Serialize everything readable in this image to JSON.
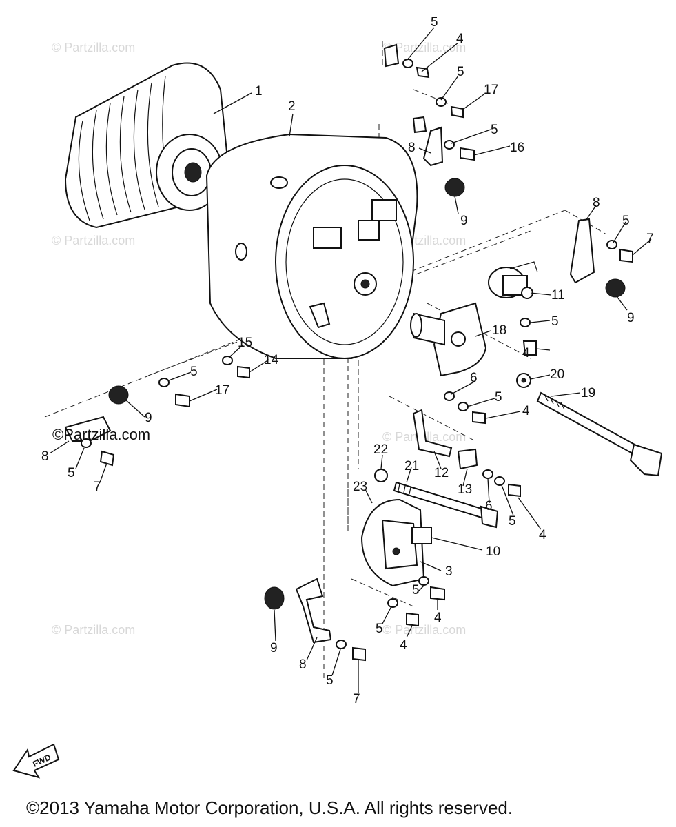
{
  "callouts": [
    {
      "id": "c1",
      "text": "1"
    },
    {
      "id": "c2",
      "text": "2"
    },
    {
      "id": "c3",
      "text": "3"
    },
    {
      "id": "c4a",
      "text": "4"
    },
    {
      "id": "c4b",
      "text": "4"
    },
    {
      "id": "c4c",
      "text": "4"
    },
    {
      "id": "c4d",
      "text": "4"
    },
    {
      "id": "c4e",
      "text": "4"
    },
    {
      "id": "c4f",
      "text": "4"
    },
    {
      "id": "c5a",
      "text": "5"
    },
    {
      "id": "c5b",
      "text": "5"
    },
    {
      "id": "c5c",
      "text": "5"
    },
    {
      "id": "c5d",
      "text": "5"
    },
    {
      "id": "c5e",
      "text": "5"
    },
    {
      "id": "c5f",
      "text": "5"
    },
    {
      "id": "c5g",
      "text": "5"
    },
    {
      "id": "c5h",
      "text": "5"
    },
    {
      "id": "c5i",
      "text": "5"
    },
    {
      "id": "c5j",
      "text": "5"
    },
    {
      "id": "c5k",
      "text": "5"
    },
    {
      "id": "c5l",
      "text": "5"
    },
    {
      "id": "c6a",
      "text": "6"
    },
    {
      "id": "c6b",
      "text": "6"
    },
    {
      "id": "c7a",
      "text": "7"
    },
    {
      "id": "c7b",
      "text": "7"
    },
    {
      "id": "c7c",
      "text": "7"
    },
    {
      "id": "c8a",
      "text": "8"
    },
    {
      "id": "c8b",
      "text": "8"
    },
    {
      "id": "c8c",
      "text": "8"
    },
    {
      "id": "c8d",
      "text": "8"
    },
    {
      "id": "c9a",
      "text": "9"
    },
    {
      "id": "c9b",
      "text": "9"
    },
    {
      "id": "c9c",
      "text": "9"
    },
    {
      "id": "c9d",
      "text": "9"
    },
    {
      "id": "c10",
      "text": "10"
    },
    {
      "id": "c11",
      "text": "11"
    },
    {
      "id": "c12",
      "text": "12"
    },
    {
      "id": "c13",
      "text": "13"
    },
    {
      "id": "c14",
      "text": "14"
    },
    {
      "id": "c15",
      "text": "15"
    },
    {
      "id": "c16",
      "text": "16"
    },
    {
      "id": "c17a",
      "text": "17"
    },
    {
      "id": "c17b",
      "text": "17"
    },
    {
      "id": "c18",
      "text": "18"
    },
    {
      "id": "c19",
      "text": "19"
    },
    {
      "id": "c20",
      "text": "20"
    },
    {
      "id": "c21",
      "text": "21"
    },
    {
      "id": "c22",
      "text": "22"
    },
    {
      "id": "c23",
      "text": "23"
    }
  ],
  "watermarks": {
    "text": "© Partzilla.com",
    "inline_text": "©Partzilla.com"
  },
  "fwd_label": "FWD",
  "copyright": "©2013 Yamaha Motor Corporation, U.S.A. All rights reserved."
}
